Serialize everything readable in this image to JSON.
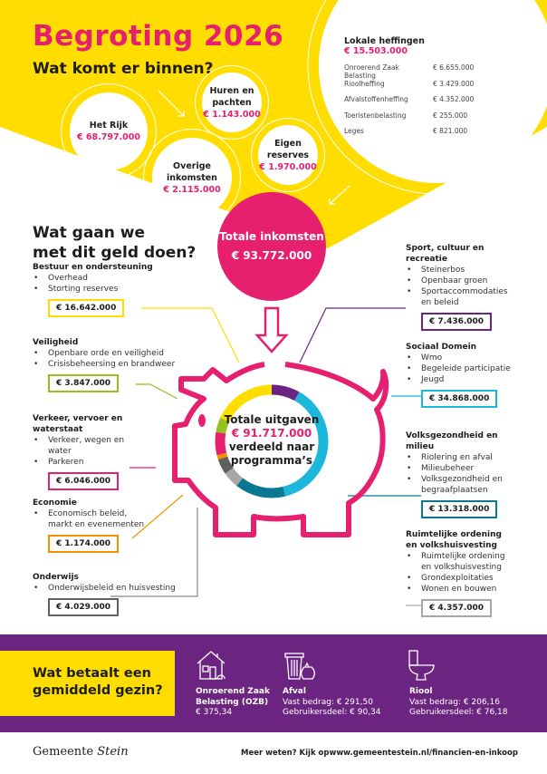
{
  "header": {
    "title": "Begroting 2026",
    "subtitle_income": "Wat komt er binnen?",
    "subtitle_spend_1": "Wat gaan we",
    "subtitle_spend_2": "met dit geld doen?"
  },
  "income": {
    "het_rijk": {
      "label": "Het Rijk",
      "amount": "€ 68.797.000"
    },
    "huren": {
      "label1": "Huren en",
      "label2": "pachten",
      "amount": "€ 1.143.000"
    },
    "overige": {
      "label1": "Overige",
      "label2": "inkomsten",
      "amount": "€ 2.115.000"
    },
    "eigen": {
      "label1": "Eigen",
      "label2": "reserves",
      "amount": "€ 1.970.000"
    },
    "lokale": {
      "label": "Lokale heffingen",
      "amount": "€ 15.503.000",
      "rows": [
        {
          "name": "Onroerend Zaak Belasting",
          "amount": "€ 6.655.000"
        },
        {
          "name": "Rioolheffing",
          "amount": "€ 3.429.000"
        },
        {
          "name": "Afvalstoffenheffing",
          "amount": "€ 4.352.000"
        },
        {
          "name": "Toeristenbelasting",
          "amount": "€ 255.000"
        },
        {
          "name": "Leges",
          "amount": "€ 821.000"
        }
      ]
    },
    "total": {
      "label": "Totale inkomsten",
      "amount": "€ 93.772.000"
    }
  },
  "spending": {
    "total_label1": "Totale uitgaven",
    "total_amount": "€ 91.717.000",
    "total_label2": "verdeeld naar",
    "total_label3": "programma’s",
    "sections": [
      {
        "title": "Bestuur en ondersteuning",
        "bullets": [
          "Overhead",
          "Storting reserves"
        ],
        "amount": "€ 16.642.000",
        "value": 16642000,
        "color": "#ffdd00"
      },
      {
        "title": "Veiligheid",
        "bullets": [
          "Openbare orde en veiligheid",
          "Crisisbeheersing en brandweer"
        ],
        "amount": "€ 3.847.000",
        "value": 3847000,
        "color": "#95c11f"
      },
      {
        "title": "Verkeer, vervoer en waterstaat",
        "bullets": [
          "Verkeer, wegen en water",
          "Parkeren"
        ],
        "amount": "€ 6.046.000",
        "value": 6046000,
        "color": "#e6206e"
      },
      {
        "title": "Economie",
        "bullets": [
          "Economisch beleid, markt en evenementen"
        ],
        "amount": "€ 1.174.000",
        "value": 1174000,
        "color": "#f39200"
      },
      {
        "title": "Onderwijs",
        "bullets": [
          "Onderwijsbeleid en huisvesting"
        ],
        "amount": "€ 4.029.000",
        "value": 4029000,
        "color": "#5f5f5f"
      },
      {
        "title": "Sport, cultuur en recreatie",
        "bullets": [
          "Steinerbos",
          "Openbaar groen",
          "Sportaccommodaties en beleid"
        ],
        "amount": "€ 7.436.000",
        "value": 7436000,
        "color": "#6b2480"
      },
      {
        "title": "Sociaal Domein",
        "bullets": [
          "Wmo",
          "Begeleide participatie",
          "Jeugd"
        ],
        "amount": "€ 34.868.000",
        "value": 34868000,
        "color": "#1eb7dc"
      },
      {
        "title": "Volksgezondheid en milieu",
        "bullets": [
          "Riolering en afval",
          "Milieubeheer",
          "Volksgezondheid en begraafplaatsen"
        ],
        "amount": "€ 13.318.000",
        "value": 13318000,
        "color": "#0a7893"
      },
      {
        "title": "Ruimtelijke ordening en volkshuisvesting",
        "bullets": [
          "Ruimtelijke ordening en volkshuisvesting",
          "Grondexploitaties",
          "Wonen en bouwen"
        ],
        "amount": "€ 4.357.000",
        "value": 4357000,
        "color": "#a7a7a7"
      }
    ]
  },
  "household": {
    "heading1": "Wat betaalt een",
    "heading2": "gemiddeld gezin?",
    "ozb": {
      "title1": "Onroerend Zaak",
      "title2": "Belasting (OZB)",
      "line1": "€ 375,34"
    },
    "afval": {
      "title": "Afval",
      "line1": "Vast bedrag: € 291,50",
      "line2": "Gebruikersdeel: € 90,34"
    },
    "riool": {
      "title": "Riool",
      "line1": "Vast bedrag: € 206,16",
      "line2": "Gebruikersdeel: € 76,18"
    }
  },
  "footer": {
    "logo_1": "Gemeente",
    "logo_2": "Stein",
    "more_info": "Meer weten? Kijk opwww.gemeentestein.nl/financien-en-inkoop"
  },
  "colors": {
    "pink": "#e6206e",
    "yellow": "#ffdd00",
    "purple": "#6b2480"
  }
}
